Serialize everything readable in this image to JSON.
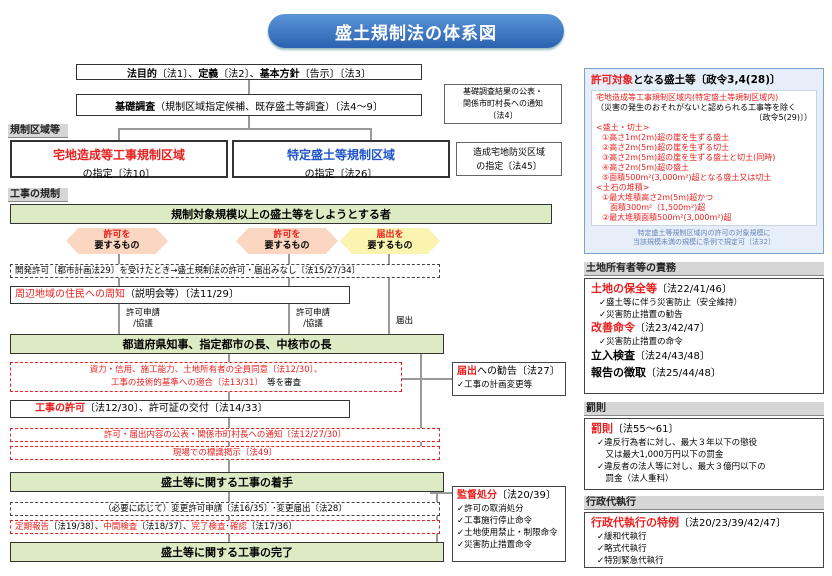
{
  "title": "盛土規制法の体系図",
  "top": {
    "purpose_html": "<b>法目的</b>〔法1〕、<b>定義</b>〔法2〕、<b>基本方針</b>〔告示〕〔法3〕",
    "survey_html": "<b>基礎調査</b>（規制区域指定候補、既存盛土等調査）〔法4～9〕",
    "survey_note": [
      "基礎調査結果の公表・",
      "関係市町村長への通知",
      "〔法4〕"
    ]
  },
  "sections": {
    "zone": "規制区域等",
    "construction": "工事の規制",
    "owner": "土地所有者等の責務",
    "penalty": "罰則",
    "proxy": "行政代執行"
  },
  "zones": {
    "left_title": "宅地造成等工事規制区域",
    "left_sub": "の指定〔法10〕",
    "center_title": "特定盛土等規制区域",
    "center_sub": "の指定〔法26〕",
    "right": [
      "造成宅地防災区域",
      "の指定〔法45〕"
    ]
  },
  "flow": {
    "intent": "規制対象規模以上の盛土等をしようとする者",
    "hex_permit_left": [
      "許可を",
      "要するもの"
    ],
    "hex_permit_center": [
      "許可を",
      "要するもの"
    ],
    "hex_notify": [
      "届出を",
      "要するもの"
    ],
    "deemed": "開発許可〔都市計画法29〕を受けたとき→盛土規制法の許可・届出みなし〔法15/27/34〕",
    "notice_html": "<span class='red'>周辺地域の住民への周知</span>（説明会等）〔法11/29〕",
    "apply_left": [
      "許可申請",
      "/協議"
    ],
    "apply_center": [
      "許可申請",
      "/協議"
    ],
    "notify_label": "届出",
    "authority": "都道府県知事、指定都市の長、中核市の長",
    "review_line1": "資力・信用、施工能力、土地所有者の全員同意〔法12/30〕、",
    "review_line2_red": "工事の技術的基準への適合〔法13/31〕",
    "review_line2_black": "　等を審査",
    "permit_html": "<span class='red b'>工事の許可</span>〔法12/30〕、許可証の交付〔法14/33〕",
    "publish": "許可・届出内容の公表・関係市町村長への通知〔法12/27/30〕",
    "sign": "現場での標識掲示〔法49〕",
    "start": "盛土等に関する工事の着手",
    "change_html": "（必要に応じて）変更許可申請〔法16/35〕･変更届出〔法28〕",
    "inspect_html": "<span class='red'>定期報告</span>〔法19/38〕、<span class='red'>中間検査</span>〔法18/37〕、<span class='red'>完了検査</span>･<span class='red'>確認</span>〔法17/36〕",
    "complete": "盛土等に関する工事の完了"
  },
  "advice": {
    "title_red": "届出",
    "title_rest": "への勧告〔法27〕",
    "item": "✓工事の計画変更等"
  },
  "supervision": {
    "title_red": "監督処分",
    "title_rest": "〔法20/39〕",
    "items": [
      "✓許可の取消処分",
      "✓工事施行停止命令",
      "✓土地使用禁止・制限命令",
      "✓災害防止措置命令"
    ]
  },
  "scope": {
    "title_html": "<span class='red'>許可対象</span>となる盛土等〔政令3,4(28)〕",
    "area_head": "宅地造成等工事規制区域内(特定盛土等規制区域内)",
    "area_sub1": "（災害の発生のおそれがないと認められる工事等を除く",
    "area_sub2": "〔政令5(29)〕）",
    "cut_head": "<盛土・切土>",
    "cut_items": [
      "①高さ1m(2m)超の崖を生ずる盛土",
      "②高さ2m(5m)超の崖を生ずる切土",
      "③高さ2m(5m)超の崖を生ずる盛土と切土(同時)",
      "④高さ2m(5m)超の盛土",
      "⑤面積500m²(3,000m²)超となる盛土又は切土"
    ],
    "pile_head": "<土石の堆積>",
    "pile_items": [
      "①最大堆積高さ2m(5m)超かつ",
      "　面積300m²（1,500m²)超",
      "②最大堆積面積500m²(3,000m²)超"
    ],
    "foot1": "特定盛土等規制区域内の許可の対象規模に",
    "foot2": "当該規模未満の規模に条例で規定可〔法32〕"
  },
  "owner": {
    "i1_red": "土地の保全等",
    "i1_rest": "〔法22/41/46〕",
    "i1_subs": [
      "✓盛土等に伴う災害防止（安全維持）",
      "✓災害防止措置の勧告"
    ],
    "i2_red": "改善命令",
    "i2_rest": "〔法23/42/47〕",
    "i2_subs": [
      "✓災害防止措置の命令"
    ],
    "i3_bold": "立入検査",
    "i3_rest": "〔法24/43/48〕",
    "i4_bold": "報告の徴取",
    "i4_rest": "〔法25/44/48〕"
  },
  "penalty": {
    "title_red": "罰則",
    "title_rest": "〔法55～61〕",
    "items": [
      "✓違反行為者に対し、最大３年以下の懲役",
      "　又は最大1,000万円以下の罰金",
      "✓違反者の法人等に対し、最大３億円以下の",
      "　罰金（法人重科）"
    ]
  },
  "proxy": {
    "title_red": "行政代執行の特例",
    "title_rest": "〔法20/23/39/42/47〕",
    "items": [
      "✓緩和代執行",
      "✓略式代執行",
      "✓特別緊急代執行"
    ]
  },
  "colors": {
    "red": "#e8201f",
    "blue": "#1f55c8",
    "green": "#dcebc4",
    "hex_red": "#fbd7c2",
    "hex_yellow": "#fbf4b0",
    "title_blue": "#2d6cb8"
  }
}
